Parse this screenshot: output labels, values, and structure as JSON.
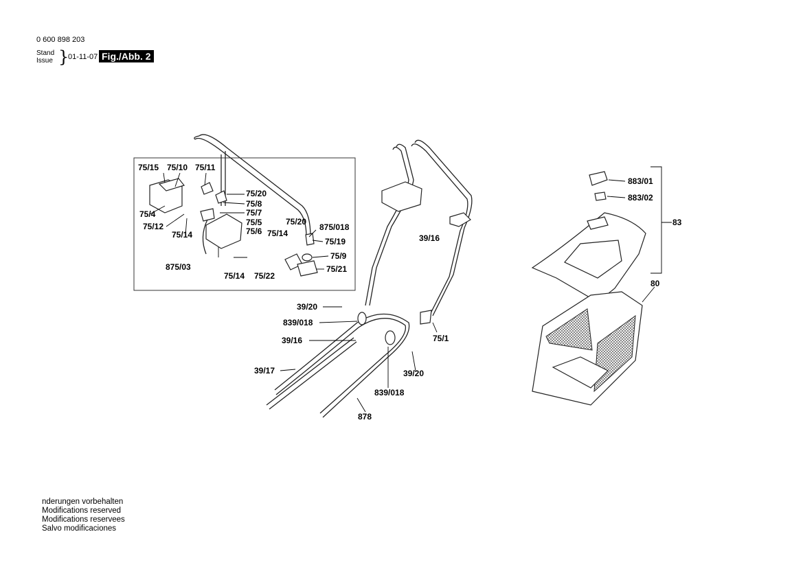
{
  "header": {
    "doc_number": "0 600 898 203",
    "stand": "Stand",
    "issue": "Issue",
    "brace": "}",
    "date": "01-11-07",
    "figure": "Fig./Abb. 2"
  },
  "footer": {
    "lines": [
      "nderungen vorbehalten",
      "Modifications reserved",
      "Modifications reservees",
      "Salvo modificaciones"
    ]
  },
  "labels": {
    "p75_15": "75/15",
    "p75_10": "75/10",
    "p75_11": "75/11",
    "p75_20a": "75/20",
    "p75_8": "75/8",
    "p75_7": "75/7",
    "p75_5": "75/5",
    "p75_6": "75/6",
    "p75_4": "75/4",
    "p75_12": "75/12",
    "p75_14a": "75/14",
    "p875_03": "875/03",
    "p75_14b": "75/14",
    "p75_14c": "75/14",
    "p75_22": "75/22",
    "p75_20b": "75/20",
    "p875_018": "875/018",
    "p75_19": "75/19",
    "p75_9": "75/9",
    "p75_21": "75/21",
    "p39_16a": "39/16",
    "p39_20a": "39/20",
    "p839_018a": "839/018",
    "p39_16b": "39/16",
    "p39_17": "39/17",
    "p39_20b": "39/20",
    "p839_018b": "839/018",
    "p878": "878",
    "p75_1": "75/1",
    "p883_01": "883/01",
    "p883_02": "883/02",
    "p83": "83",
    "p80": "80"
  }
}
